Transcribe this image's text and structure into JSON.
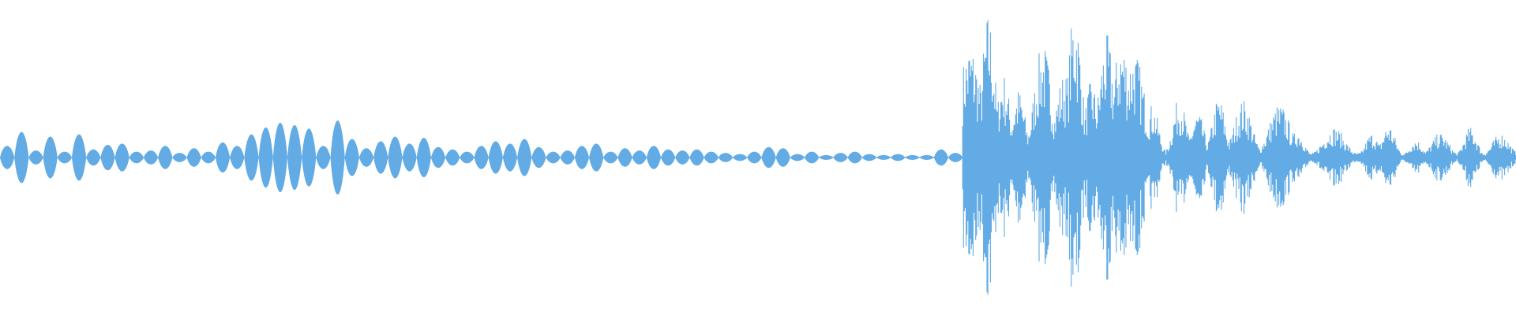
{
  "waveform": {
    "color": "#62ABE4",
    "background": "#FFFFFF",
    "amplitude_scale": 1.0,
    "quiet_section": {
      "end_fraction": 0.635,
      "lobes": [
        0.1,
        0.22,
        0.06,
        0.18,
        0.05,
        0.2,
        0.07,
        0.11,
        0.12,
        0.05,
        0.06,
        0.1,
        0.04,
        0.08,
        0.05,
        0.13,
        0.1,
        0.2,
        0.26,
        0.3,
        0.28,
        0.25,
        0.1,
        0.32,
        0.16,
        0.08,
        0.14,
        0.18,
        0.12,
        0.17,
        0.09,
        0.07,
        0.05,
        0.1,
        0.14,
        0.12,
        0.16,
        0.09,
        0.05,
        0.06,
        0.1,
        0.12,
        0.05,
        0.08,
        0.06,
        0.1,
        0.07,
        0.06,
        0.07,
        0.05,
        0.04,
        0.03,
        0.05,
        0.09,
        0.08,
        0.03,
        0.05,
        0.02,
        0.04,
        0.05,
        0.03,
        0.02,
        0.03,
        0.02,
        0.02,
        0.07,
        0.04
      ]
    },
    "loud_section": {
      "bursts": [
        {
          "pos": 0.64,
          "amp": 0.75,
          "width": 0.01
        },
        {
          "pos": 0.652,
          "amp": 0.95,
          "width": 0.006
        },
        {
          "pos": 0.662,
          "amp": 0.55,
          "width": 0.006
        },
        {
          "pos": 0.672,
          "amp": 0.45,
          "width": 0.006
        },
        {
          "pos": 0.688,
          "amp": 0.75,
          "width": 0.008
        },
        {
          "pos": 0.702,
          "amp": 0.55,
          "width": 0.008
        },
        {
          "pos": 0.709,
          "amp": 1.0,
          "width": 0.006
        },
        {
          "pos": 0.72,
          "amp": 0.5,
          "width": 0.006
        },
        {
          "pos": 0.73,
          "amp": 0.8,
          "width": 0.007
        },
        {
          "pos": 0.74,
          "amp": 0.78,
          "width": 0.008
        },
        {
          "pos": 0.748,
          "amp": 0.7,
          "width": 0.01
        },
        {
          "pos": 0.76,
          "amp": 0.35,
          "width": 0.006
        },
        {
          "pos": 0.778,
          "amp": 0.4,
          "width": 0.006
        },
        {
          "pos": 0.79,
          "amp": 0.3,
          "width": 0.006
        },
        {
          "pos": 0.804,
          "amp": 0.4,
          "width": 0.006
        },
        {
          "pos": 0.82,
          "amp": 0.38,
          "width": 0.008
        },
        {
          "pos": 0.844,
          "amp": 0.35,
          "width": 0.01
        },
        {
          "pos": 0.856,
          "amp": 0.18,
          "width": 0.006
        },
        {
          "pos": 0.88,
          "amp": 0.2,
          "width": 0.01
        },
        {
          "pos": 0.905,
          "amp": 0.16,
          "width": 0.006
        },
        {
          "pos": 0.916,
          "amp": 0.22,
          "width": 0.006
        },
        {
          "pos": 0.934,
          "amp": 0.12,
          "width": 0.006
        },
        {
          "pos": 0.95,
          "amp": 0.16,
          "width": 0.008
        },
        {
          "pos": 0.97,
          "amp": 0.2,
          "width": 0.006
        },
        {
          "pos": 0.99,
          "amp": 0.16,
          "width": 0.008
        }
      ]
    }
  }
}
